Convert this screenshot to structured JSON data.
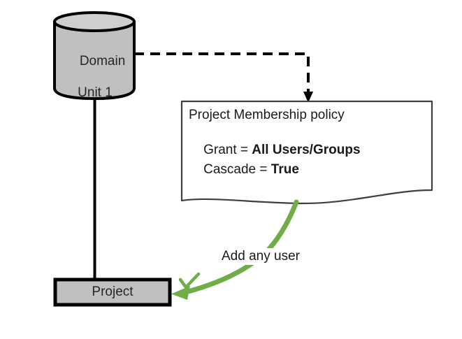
{
  "diagram": {
    "title_text_elements": {
      "domain_unit": {
        "line1": "Domain",
        "line2": "Unit 1"
      },
      "project": "Project",
      "edge_label": "Add any user"
    },
    "policy_document": {
      "heading": "Project Membership policy",
      "rows": [
        {
          "key": "Grant = ",
          "value": "All Users/Groups"
        },
        {
          "key": "Cascade = ",
          "value": "True"
        }
      ]
    },
    "colors": {
      "shape_fill_gray": "#C0C0C0",
      "cylinder_top_gray": "#CFCFCF",
      "outline_black": "#000000",
      "document_outline": "#3F3F3F",
      "accent_green": "#70AD47",
      "background": "#FFFFFF",
      "text": "#1A1A1A"
    },
    "connectors": {
      "cylinder_to_project": "solid-line",
      "cylinder_to_policy": "dashed-arrow",
      "policy_to_project": "green-curved-arrow"
    },
    "status_icon": "check-mark"
  }
}
